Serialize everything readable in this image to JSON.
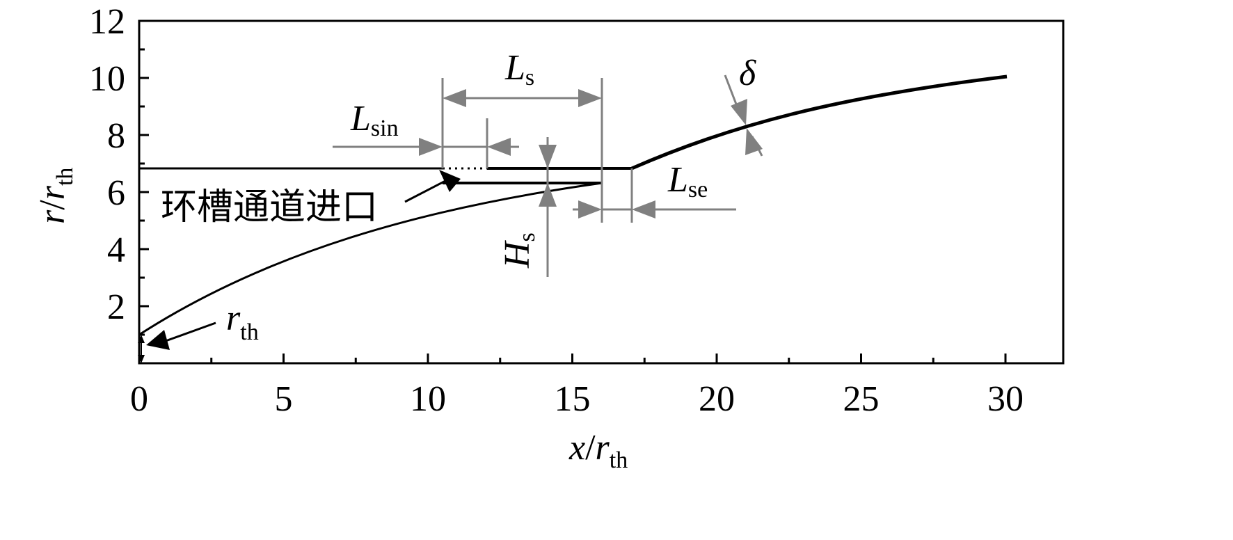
{
  "axes": {
    "x": {
      "min": 0,
      "max": 32,
      "ticks": [
        0,
        5,
        10,
        15,
        20,
        25,
        30
      ],
      "tick_labels": [
        "0",
        "5",
        "10",
        "15",
        "20",
        "25",
        "30"
      ],
      "label_main": "x",
      "label_sep": "/",
      "label_r": "r",
      "label_sub": "th"
    },
    "y": {
      "min": 0,
      "max": 12,
      "ticks": [
        2,
        4,
        6,
        8,
        10,
        12
      ],
      "tick_labels": [
        "2",
        "4",
        "6",
        "8",
        "10",
        "12"
      ],
      "label_main": "r",
      "label_sep": "/",
      "label_r": "r",
      "label_sub": "th"
    }
  },
  "annotations": {
    "Ls": {
      "main": "L",
      "sub": "s"
    },
    "Lsin": {
      "main": "L",
      "sub": "sin"
    },
    "Lse": {
      "main": "L",
      "sub": "se"
    },
    "Hs": {
      "main": "H",
      "sub": "s"
    },
    "delta": {
      "main": "δ"
    },
    "rth": {
      "main": "r",
      "sub": "th"
    },
    "inlet": "环槽通道进口"
  },
  "colors": {
    "curve": "#000000",
    "dimension": "#808080"
  }
}
